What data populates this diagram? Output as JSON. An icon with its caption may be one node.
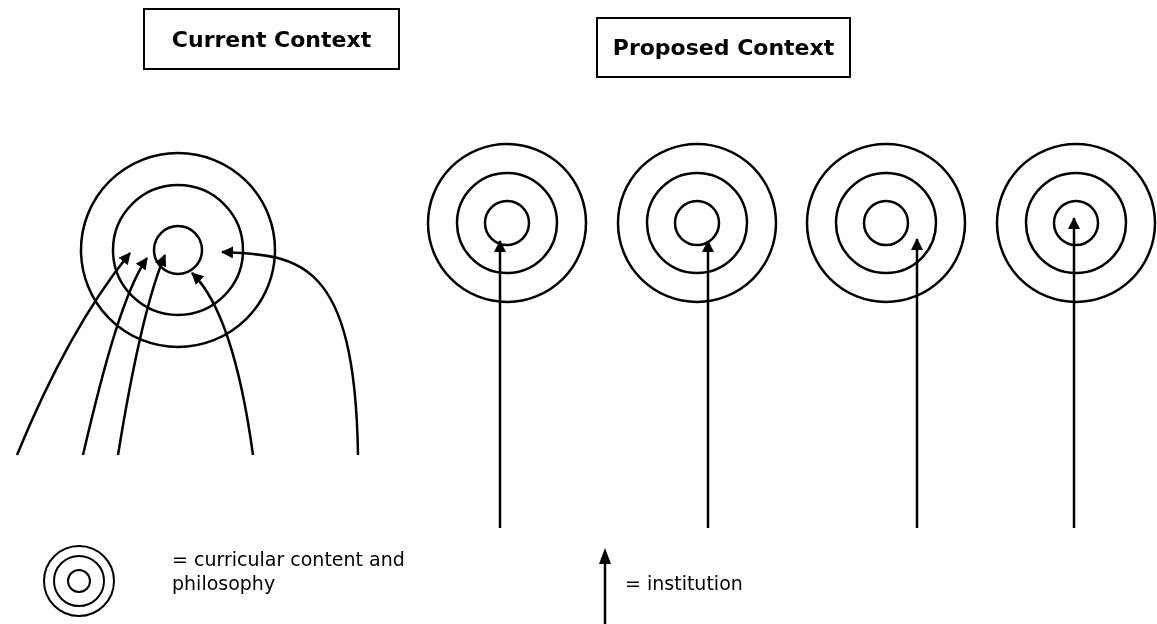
{
  "diagram": {
    "nodes": [
      {
        "text": [
          "Current Context"
        ]
      },
      {
        "text": [
          "Proposed Context"
        ]
      },
      {
        "text": [],
        "shape": "circle"
      },
      {
        "text": [],
        "shape": "circle"
      },
      {
        "text": [],
        "shape": "circle"
      },
      {
        "text": [],
        "shape": "circle"
      },
      {
        "text": [],
        "shape": "circle"
      }
    ],
    "edges": [
      {
        "from": null,
        "to": 2,
        "arrow": "to"
      },
      {
        "from": null,
        "to": 2,
        "arrow": "to"
      },
      {
        "from": null,
        "to": 2,
        "arrow": "to"
      },
      {
        "from": null,
        "to": 2,
        "arrow": "to"
      },
      {
        "from": null,
        "to": 2,
        "arrow": "to"
      },
      {
        "from": null,
        "to": 3,
        "arrow": "to"
      },
      {
        "from": null,
        "to": 4,
        "arrow": "to"
      },
      {
        "from": null,
        "to": 5,
        "arrow": "to"
      },
      {
        "from": null,
        "to": 6,
        "arrow": "to"
      }
    ],
    "legend": [
      {
        "text": "= curricular content and philosophy"
      },
      {
        "text": "= institution"
      }
    ]
  }
}
